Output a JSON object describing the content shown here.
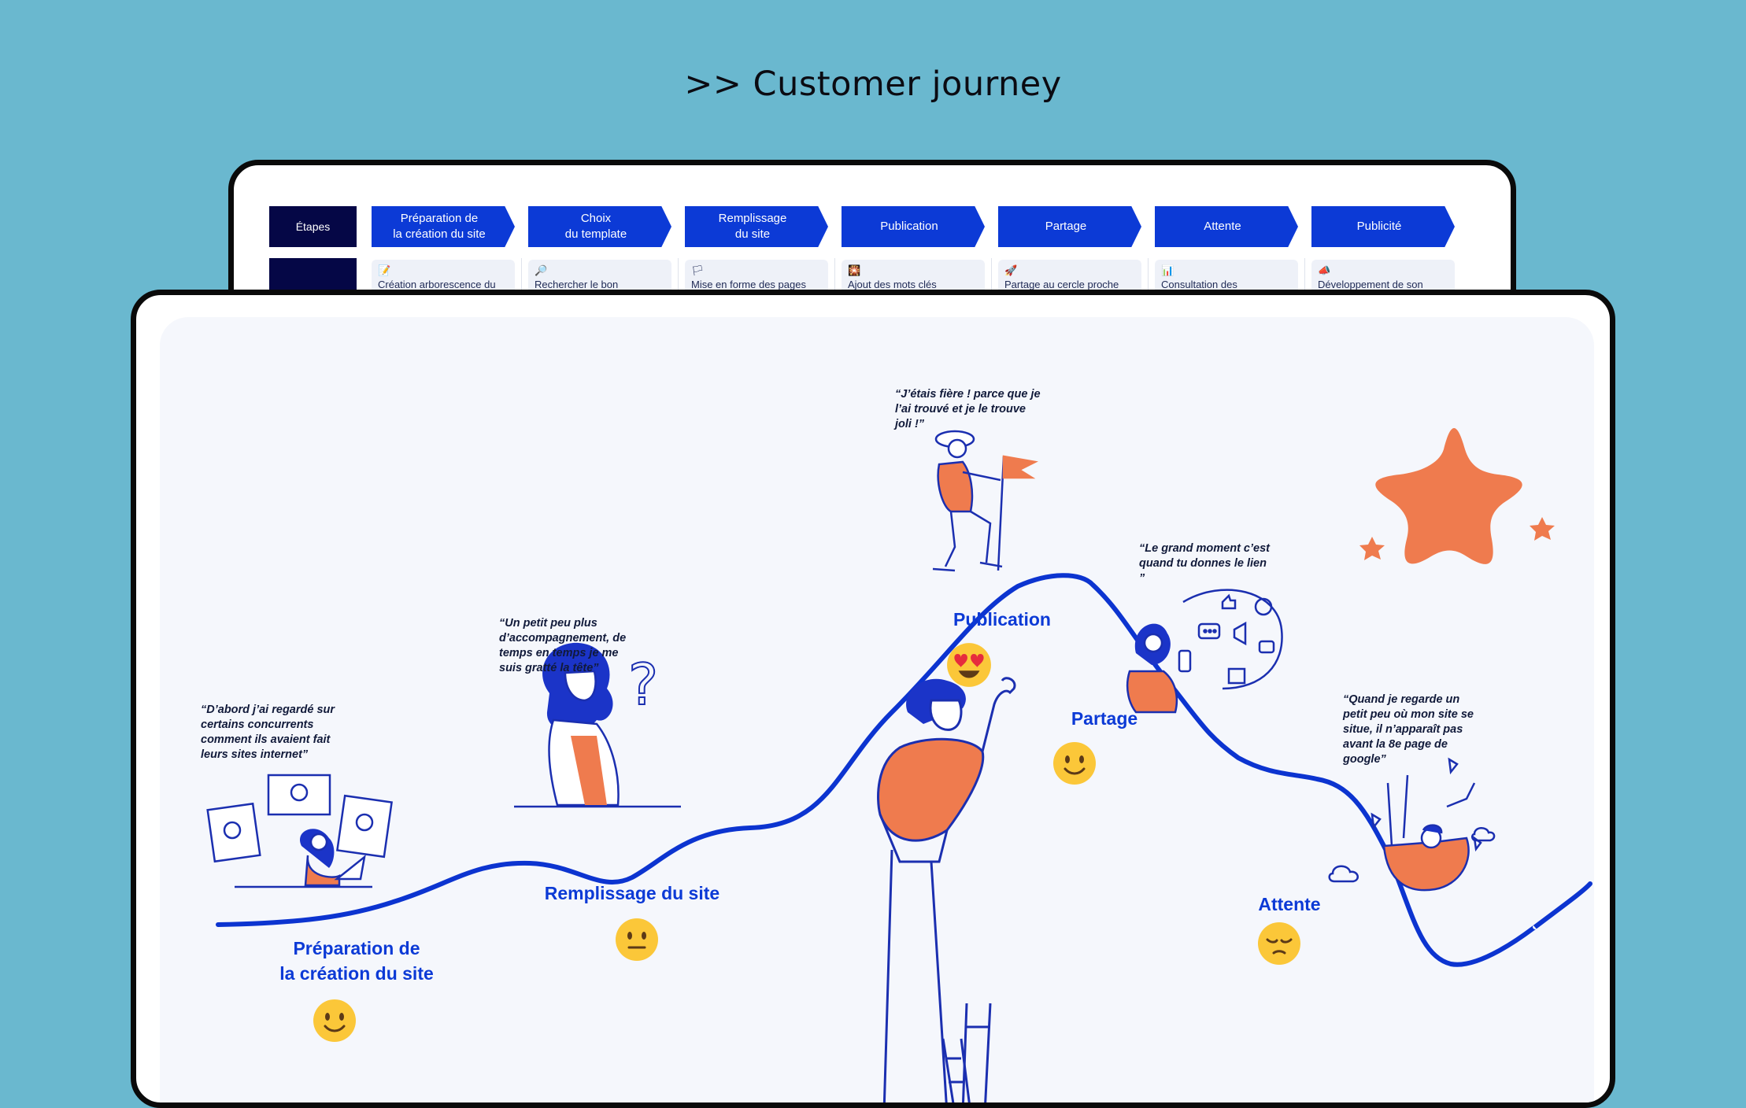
{
  "page": {
    "title": ">> Customer journey"
  },
  "table": {
    "row_header": "Étapes",
    "stages": [
      {
        "label": "Préparation de\nla création du site",
        "icon": "memo-icon",
        "glyph": "📝",
        "cell": "Création arborescence du"
      },
      {
        "label": "Choix\ndu template",
        "icon": "magnifier-icon",
        "glyph": "🔎",
        "cell": "Rechercher le bon"
      },
      {
        "label": "Remplissage\ndu site",
        "icon": "flag-icon",
        "glyph": "🏳",
        "cell": "Mise en forme des pages"
      },
      {
        "label": "Publication",
        "icon": "sparkle-icon",
        "glyph": "🎇",
        "cell": "Ajout des mots clés"
      },
      {
        "label": "Partage",
        "icon": "rocket-icon",
        "glyph": "🚀",
        "cell": "Partage au cercle proche"
      },
      {
        "label": "Attente",
        "icon": "chart-icon",
        "glyph": "📊",
        "cell": "Consultation des"
      },
      {
        "label": "Publicité",
        "icon": "megaphone-icon",
        "glyph": "📣",
        "cell": "Développement de son"
      }
    ]
  },
  "journey": {
    "colors": {
      "curve": "#0c34d0",
      "accent": "#ef7b4e",
      "ink": "#0c3ad6"
    },
    "stages": [
      {
        "name": "Préparation de\nla création du site",
        "emotion": "slightly-smiling-face-icon"
      },
      {
        "name": "Remplissage du site",
        "emotion": "neutral-face-icon"
      },
      {
        "name": "Publication",
        "emotion": "heart-eyes-face-icon"
      },
      {
        "name": "Partage",
        "emotion": "slightly-smiling-face-icon"
      },
      {
        "name": "Attente",
        "emotion": "pensive-face-icon"
      }
    ],
    "quotes": {
      "preparation": "“D’abord j’ai regardé sur\ncertains concurrents\ncomment ils avaient fait\nleurs sites internet”",
      "remplissage": "“Un petit peu plus\nd’accompagnement, de\ntemps en temps je me\nsuis gratté la tête”",
      "publication": "“J’étais fière ! parce que je\nl’ai trouvé et je le trouve\njoli !”",
      "partage": "“Le grand moment c’est\nquand tu donnes le lien\n”",
      "attente": "“Quand je regarde un\npetit peu où mon site se\nsitue, il n’apparaît pas\navant la 8e page de\ngoogle”"
    }
  }
}
